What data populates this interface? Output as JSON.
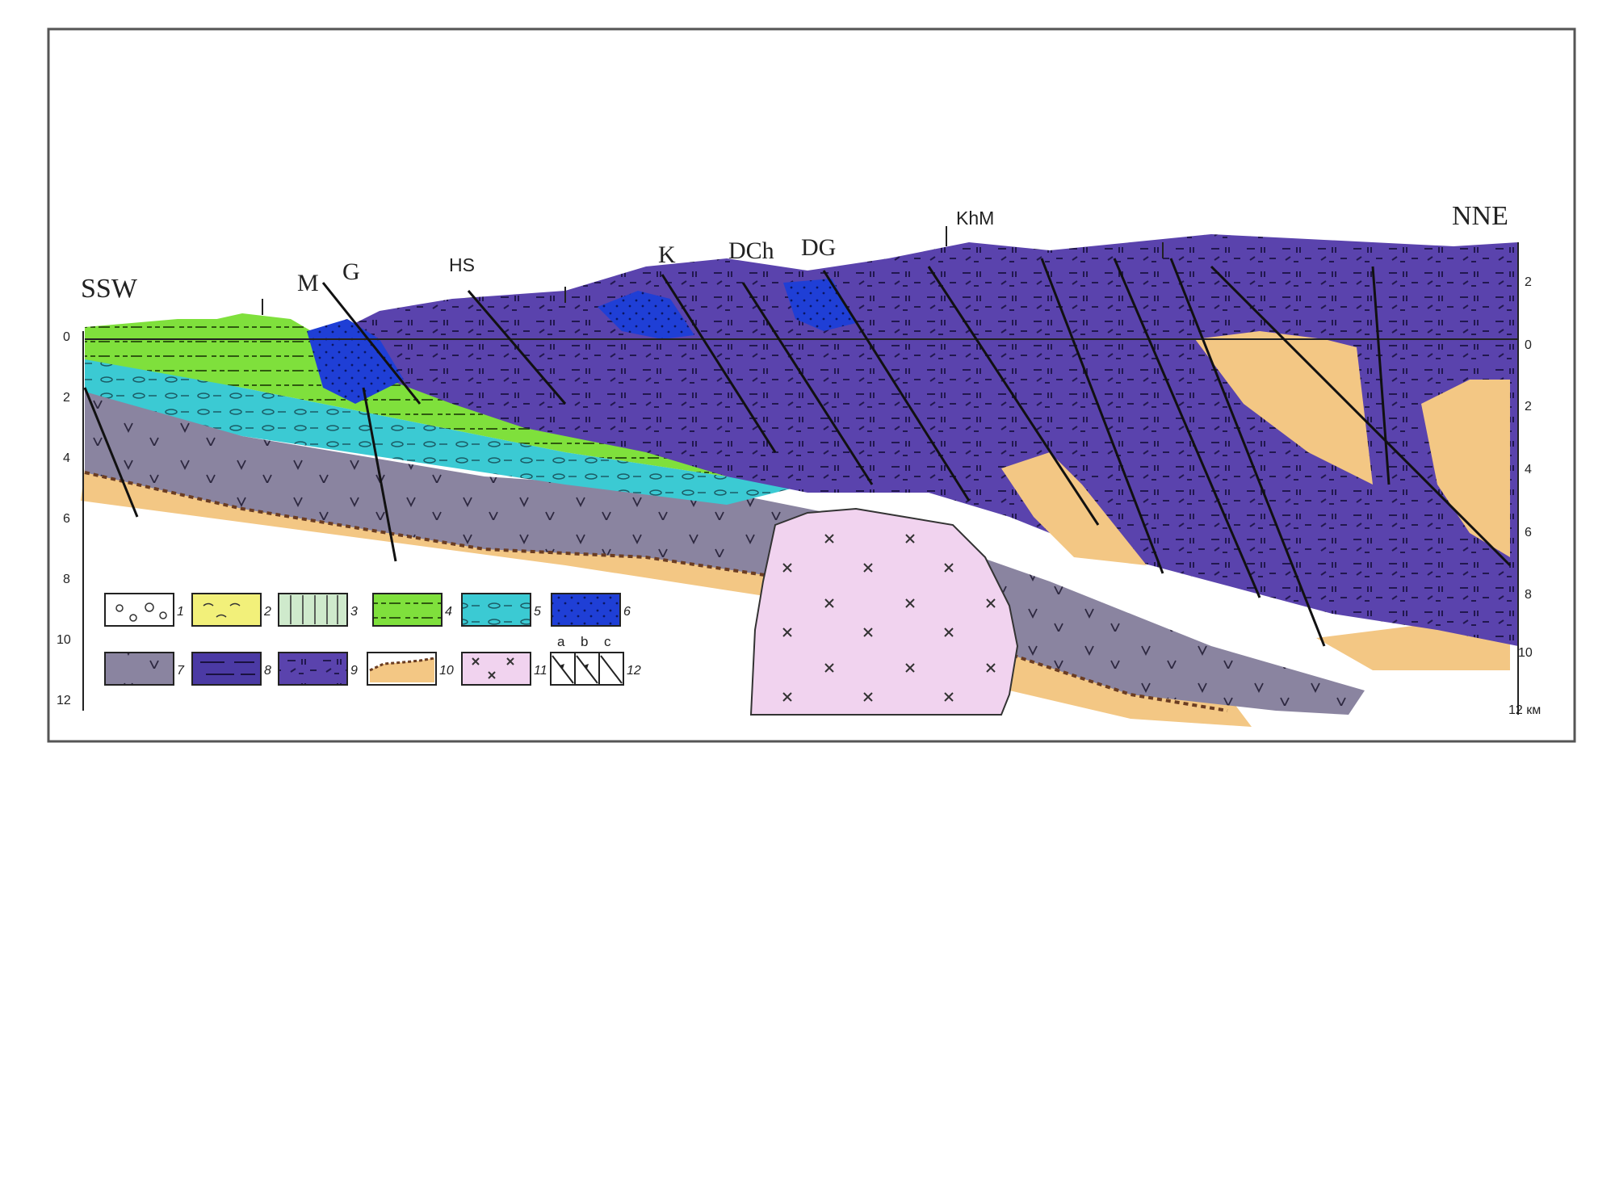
{
  "section": {
    "directions": {
      "left": "SSW",
      "right": "NNE"
    },
    "locality_labels": {
      "M": "M",
      "G": "G",
      "HS": "HS",
      "K": "K",
      "DCh": "DCh",
      "DG": "DG",
      "KhM": "KhM"
    },
    "left_depth_ticks": [
      "0",
      "2",
      "4",
      "6",
      "8",
      "10",
      "12"
    ],
    "right_depth_ticks": [
      "2",
      "0",
      "2",
      "4",
      "6",
      "8",
      "10",
      "12 км"
    ],
    "legend": [
      {
        "number": "1",
        "color": "#ffffff"
      },
      {
        "number": "2",
        "color": "#f2f07a"
      },
      {
        "number": "3",
        "color": "#cfeacc"
      },
      {
        "number": "4",
        "color": "#7fe03c"
      },
      {
        "number": "5",
        "color": "#33c9d1"
      },
      {
        "number": "6",
        "color": "#1f39d0"
      },
      {
        "number": "7",
        "color": "#8a84a0"
      },
      {
        "number": "8",
        "color": "#4b3aa4"
      },
      {
        "number": "9",
        "color": "#5e44b0"
      },
      {
        "number": "10",
        "color": "#f3c784"
      },
      {
        "number": "11",
        "color": "#f1d3ef"
      },
      {
        "number": "12",
        "color": "#ffffff",
        "sub_labels": [
          "a",
          "b",
          "c"
        ]
      }
    ]
  }
}
